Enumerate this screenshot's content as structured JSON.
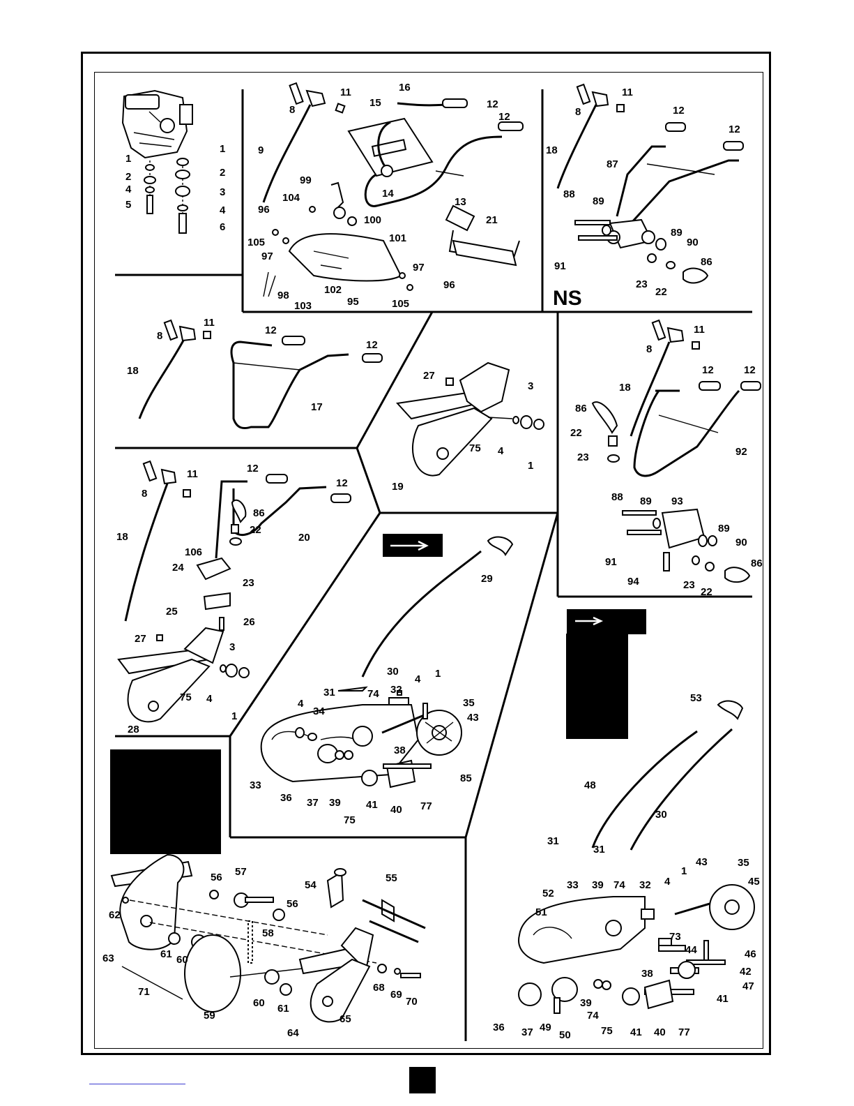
{
  "badge": {
    "ns": "NS"
  },
  "labels": {
    "engine": [
      "1",
      "2",
      "4",
      "5",
      "1",
      "2",
      "3",
      "4",
      "6"
    ],
    "handle_ctrl": [
      "8",
      "11",
      "16",
      "12",
      "15",
      "9",
      "12",
      "99",
      "104",
      "14",
      "13",
      "96",
      "100",
      "101",
      "105",
      "97",
      "97",
      "98",
      "102",
      "103",
      "95",
      "105",
      "96",
      "21"
    ],
    "ns_handle": [
      "8",
      "11",
      "12",
      "12",
      "18",
      "87",
      "88",
      "89",
      "89",
      "90",
      "91",
      "23",
      "22",
      "86"
    ],
    "handle_17": [
      "8",
      "11",
      "12",
      "12",
      "18",
      "17"
    ],
    "mount_19": [
      "27",
      "3",
      "75",
      "4",
      "1",
      "19"
    ],
    "handle_92": [
      "8",
      "11",
      "12",
      "12",
      "18",
      "86",
      "22",
      "23",
      "92",
      "88",
      "89",
      "93",
      "89",
      "90",
      "91",
      "94",
      "23",
      "22",
      "86"
    ],
    "handle_20": [
      "8",
      "11",
      "12",
      "12",
      "18",
      "86",
      "22",
      "20",
      "106",
      "23",
      "24",
      "25",
      "26",
      "27",
      "3",
      "75",
      "4",
      "1",
      "28"
    ],
    "cable_gear": [
      "29",
      "30",
      "31",
      "74",
      "32",
      "4",
      "1",
      "35",
      "34",
      "43",
      "4",
      "38",
      "33",
      "85",
      "36",
      "37",
      "39",
      "41",
      "40",
      "77",
      "75"
    ],
    "gear_53": [
      "53",
      "48",
      "30",
      "31",
      "31",
      "32",
      "4",
      "1",
      "43",
      "35",
      "45",
      "52",
      "33",
      "39",
      "74",
      "51",
      "73",
      "44",
      "46",
      "42",
      "38",
      "47",
      "36",
      "37",
      "49",
      "50",
      "39",
      "74",
      "75",
      "41",
      "40",
      "77",
      "41"
    ],
    "tine_assembly": [
      "56",
      "57",
      "54",
      "55",
      "62",
      "56",
      "58",
      "63",
      "61",
      "60",
      "71",
      "59",
      "60",
      "61",
      "65",
      "68",
      "69",
      "70",
      "64"
    ]
  }
}
